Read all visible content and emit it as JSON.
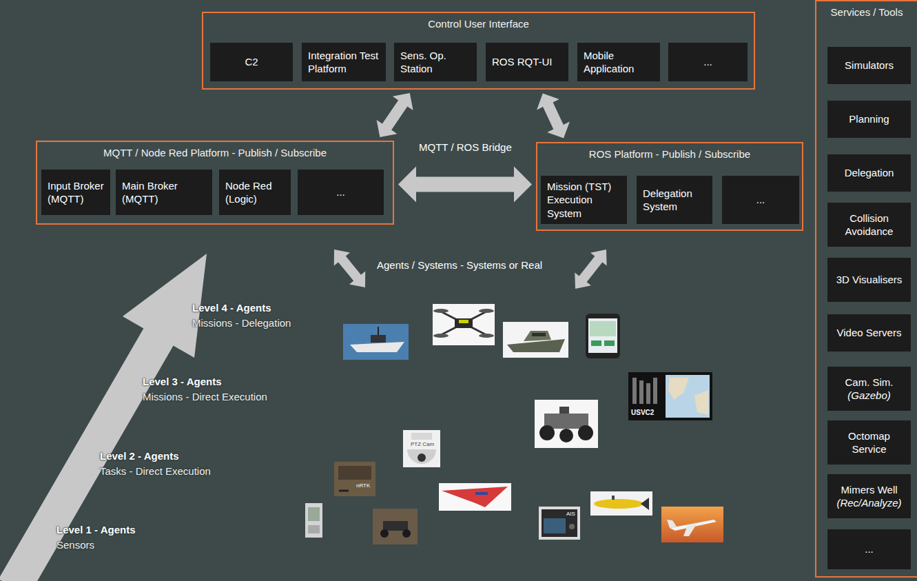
{
  "diagram": {
    "nodes": [
      {
        "text": [
          "Control User Interface"
        ]
      },
      {
        "text": [
          "C2"
        ],
        "in": 0
      },
      {
        "text": [
          "Integration Test Platform"
        ],
        "in": 0
      },
      {
        "text": [
          "Sens. Op. Station"
        ],
        "in": 0
      },
      {
        "text": [
          "ROS RQT-UI"
        ],
        "in": 0
      },
      {
        "text": [
          "Mobile Application"
        ],
        "in": 0
      },
      {
        "text": [
          "..."
        ],
        "in": 0
      },
      {
        "text": [
          "MQTT / Node Red Platform - Publish / Subscribe"
        ]
      },
      {
        "text": [
          "Input Broker (MQTT)"
        ],
        "in": 7
      },
      {
        "text": [
          "Main Broker (MQTT)"
        ],
        "in": 7
      },
      {
        "text": [
          "Node Red (Logic)"
        ],
        "in": 7
      },
      {
        "text": [
          "..."
        ],
        "in": 7
      },
      {
        "text": [
          "ROS Platform - Publish / Subscribe"
        ]
      },
      {
        "text": [
          "Mission (TST) Execution System"
        ],
        "in": 12
      },
      {
        "text": [
          "Delegation System"
        ],
        "in": 12
      },
      {
        "text": [
          "..."
        ],
        "in": 12
      },
      {
        "text": [
          "Services / Tools"
        ]
      },
      {
        "text": [
          "Simulators"
        ],
        "in": 16
      },
      {
        "text": [
          "Planning"
        ],
        "in": 16
      },
      {
        "text": [
          "Delegation"
        ],
        "in": 16
      },
      {
        "text": [
          "Collision Avoidance"
        ],
        "in": 16
      },
      {
        "text": [
          "3D Visualisers"
        ],
        "in": 16
      },
      {
        "text": [
          "Video Servers"
        ],
        "in": 16
      },
      {
        "text": [
          "Cam. Sim.",
          "(Gazebo)"
        ],
        "in": 16
      },
      {
        "text": [
          "Octomap Service"
        ],
        "in": 16
      },
      {
        "text": [
          "Mimers Well",
          "(Rec/Analyze)"
        ],
        "in": 16
      },
      {
        "text": [
          "..."
        ],
        "in": 16
      }
    ],
    "edges": [
      {
        "from": 0,
        "to": 7,
        "arrow": "both"
      },
      {
        "from": 0,
        "to": 12,
        "arrow": "both"
      },
      {
        "from": 7,
        "to": 12,
        "label": "MQTT / ROS Bridge",
        "arrow": "both"
      }
    ],
    "labels": [
      "Agents / Systems - Systems or Real",
      "Level 4 - Agents",
      "Missions - Delegation",
      "Level 3 - Agents",
      "Missions - Direct Execution",
      "Level 2 - Agents",
      "Tasks - Direct Execution",
      "Level 1 - Agents",
      "Sensors",
      "PTZ Cam",
      "nRTK",
      "AIS",
      "USVC2"
    ]
  }
}
